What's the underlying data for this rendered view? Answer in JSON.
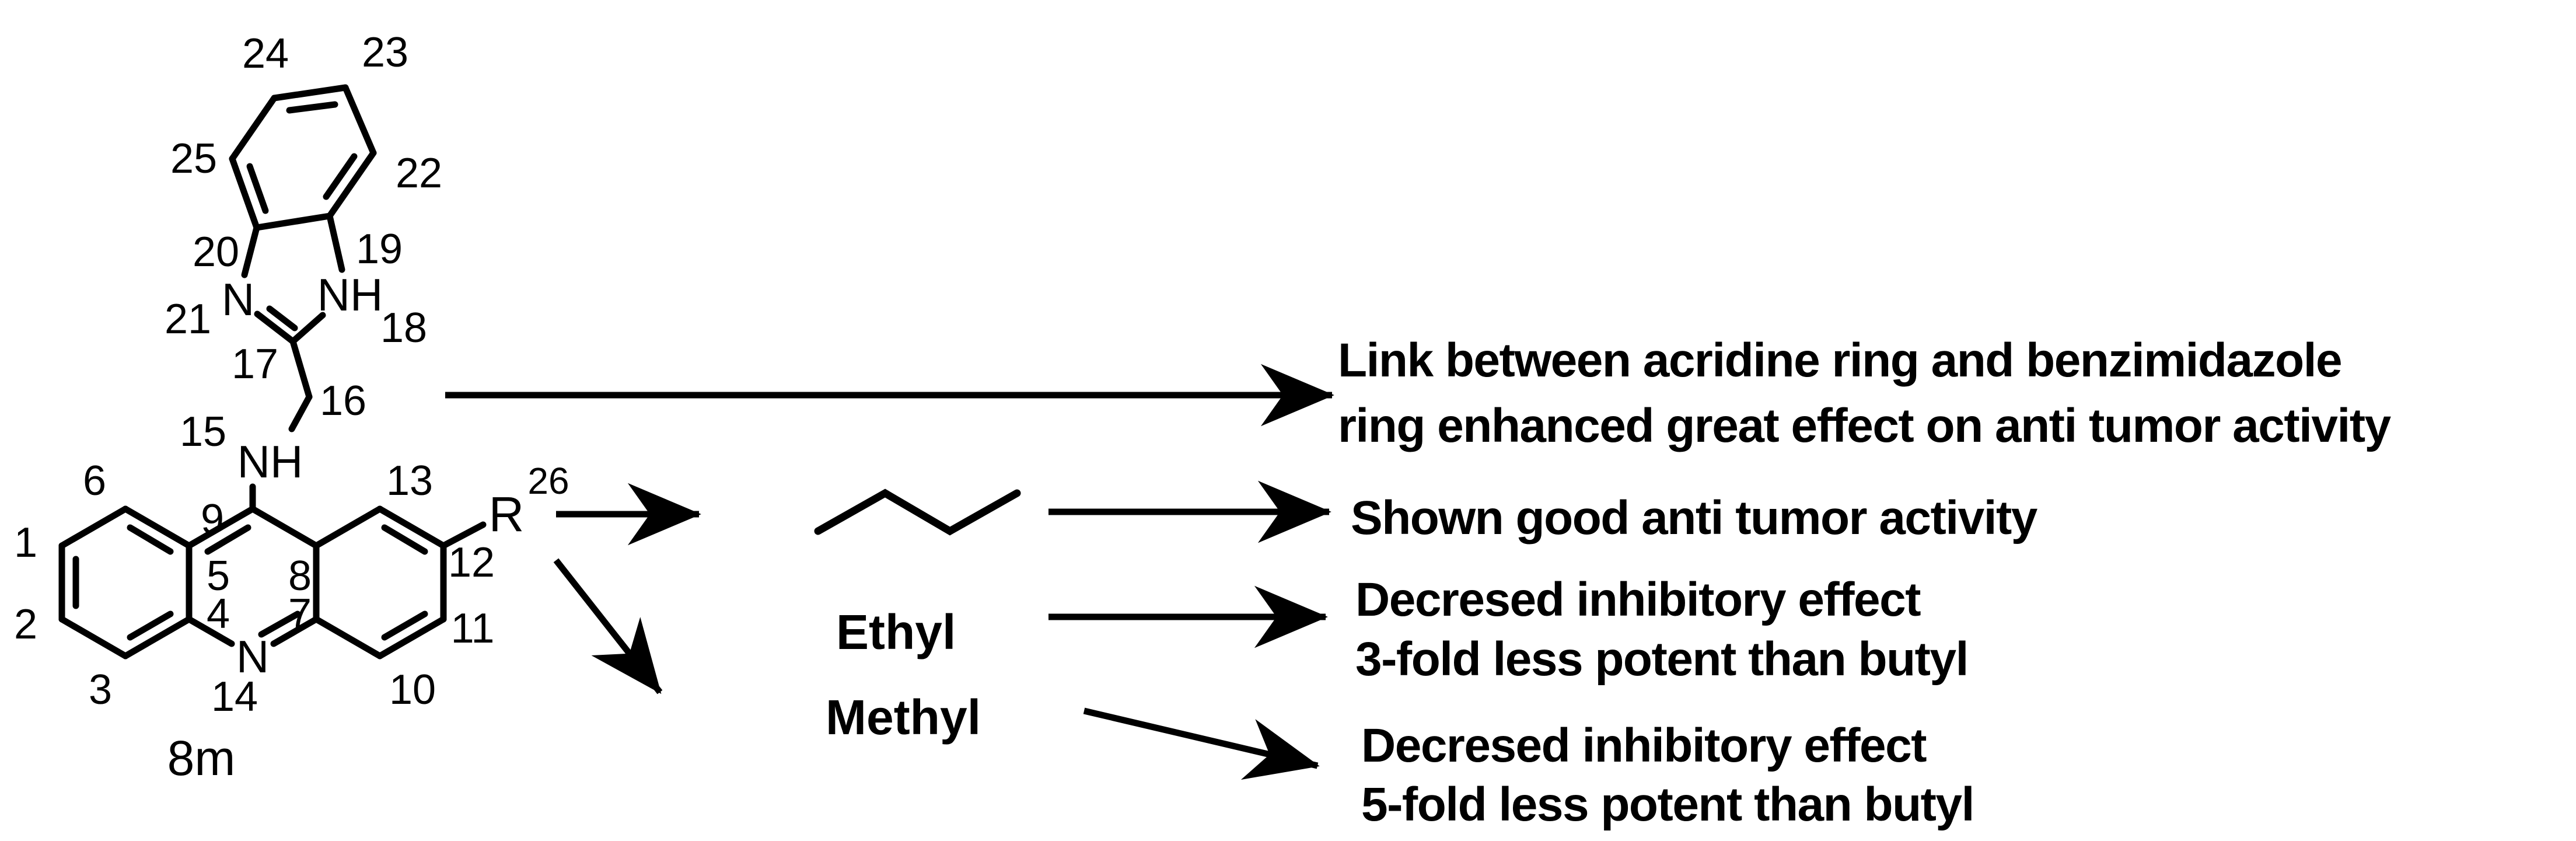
{
  "figure": {
    "compound_label": "8m",
    "r_label": "R",
    "r_superscript": "26",
    "acridine_n": "N",
    "linker_nh": "NH",
    "imidazole_n": "N",
    "imidazole_nh": "NH",
    "atom_numbers": {
      "a1": "1",
      "a2": "2",
      "a3": "3",
      "a4": "4",
      "a5": "5",
      "a6": "6",
      "a7": "7",
      "a8": "8",
      "a9": "9",
      "a10": "10",
      "a11": "11",
      "a12": "12",
      "a13": "13",
      "a14": "14",
      "a15": "15",
      "a16": "16",
      "a17": "17",
      "a18": "18",
      "a19": "19",
      "a20": "20",
      "a21": "21",
      "a22": "22",
      "a23": "23",
      "a24": "24",
      "a25": "25"
    },
    "substituents": {
      "ethyl": "Ethyl",
      "methyl": "Methyl"
    },
    "annotations": {
      "linker_line1": "Link between acridine ring and benzimidazole",
      "linker_line2": "ring enhanced great effect on anti tumor activity",
      "butyl": "Shown good anti tumor activity",
      "ethyl_line1": "Decresed inhibitory effect",
      "ethyl_line2": "3-fold less potent than butyl",
      "methyl_line1": "Decresed inhibitory effect",
      "methyl_line2": "5-fold less potent than butyl"
    },
    "colors": {
      "ink": "#000000",
      "background": "#ffffff"
    }
  }
}
